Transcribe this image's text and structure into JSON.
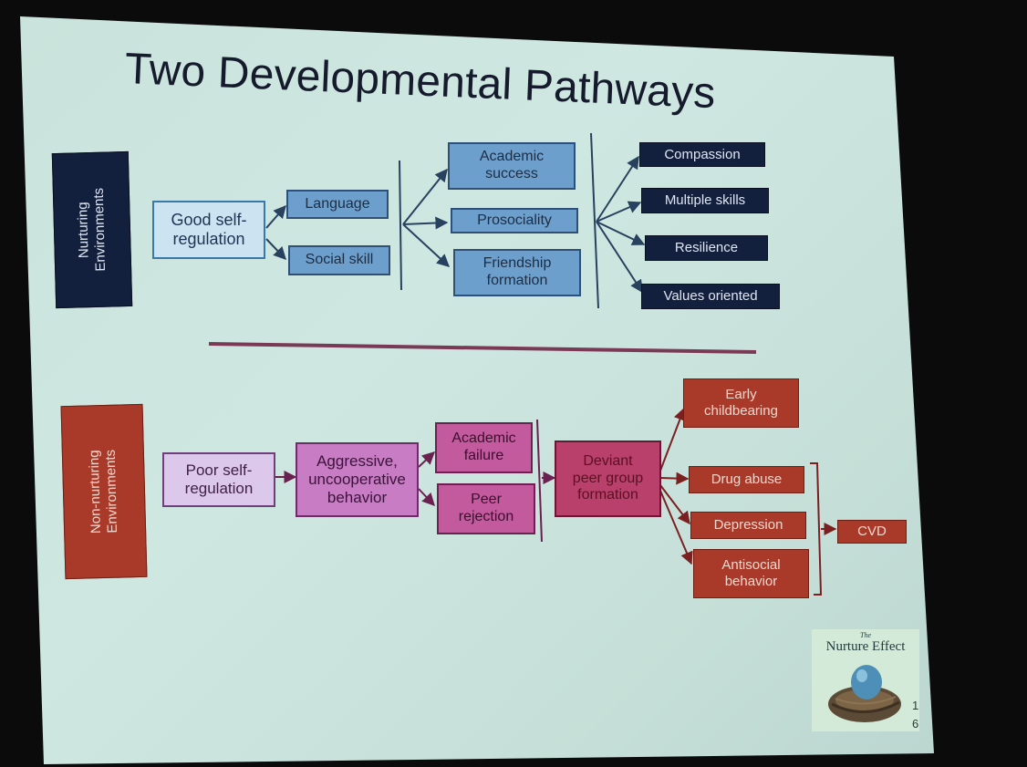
{
  "title": "Two Developmental Pathways",
  "nurturing": {
    "label": [
      "Nurturing",
      "Environments"
    ],
    "start": [
      "Good self-",
      "regulation"
    ],
    "skills": [
      "Language",
      "Social skill"
    ],
    "outcomes": [
      [
        "Academic",
        "success"
      ],
      [
        "Prosociality"
      ],
      [
        "Friendship",
        "formation"
      ]
    ],
    "results": [
      "Compassion",
      "Multiple skills",
      "Resilience",
      "Values oriented"
    ]
  },
  "non_nurturing": {
    "label": [
      "Non-nurturing",
      "Environments"
    ],
    "start": [
      "Poor self-",
      "regulation"
    ],
    "behavior": [
      "Aggressive,",
      "uncooperative",
      "behavior"
    ],
    "outcomes": [
      [
        "Academic",
        "failure"
      ],
      [
        "Peer",
        "rejection"
      ]
    ],
    "deviant": [
      "Deviant",
      "peer group",
      "formation"
    ],
    "results": [
      [
        "Early",
        "childbearing"
      ],
      [
        "Drug abuse"
      ],
      [
        "Depression"
      ],
      [
        "Antisocial",
        "behavior"
      ]
    ],
    "final": "CVD"
  },
  "book": {
    "small": "The",
    "title": "Nurture Effect"
  },
  "slide_number": [
    "1",
    "6"
  ],
  "colors": {
    "slide_bg": "#c9e3dc",
    "navy": "#13203d",
    "blue": "#6d9fcc",
    "lavender": "#dcc8ea",
    "magenta": "#c77cc4",
    "deviant": "#b8406a",
    "brick": "#a93a2a",
    "divider": "#7a3a55"
  }
}
